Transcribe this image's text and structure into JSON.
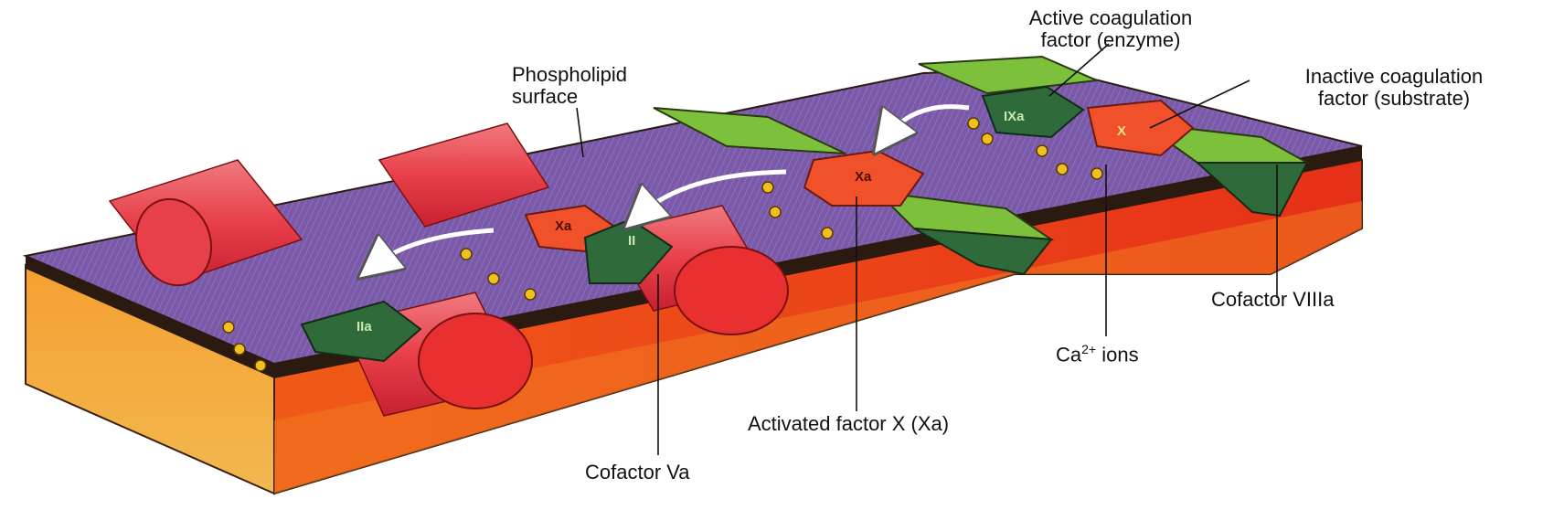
{
  "labels": {
    "active_factor_line1": "Active coagulation",
    "active_factor_line2": "factor (enzyme)",
    "inactive_factor_line1": "Inactive coagulation",
    "inactive_factor_line2": "factor (substrate)",
    "phospholipid_line1": "Phospholipid",
    "phospholipid_line2": "surface",
    "cofactor_viiia": "Cofactor VIIIa",
    "ca_ions_prefix": "Ca",
    "ca_ions_superscript": "2+",
    "ca_ions_suffix": " ions",
    "activated_factor_x": "Activated factor X (Xa)",
    "cofactor_va": "Cofactor Va"
  },
  "molecules": {
    "ixa": "IXa",
    "x": "X",
    "xa_center": "Xa",
    "xa_left": "Xa",
    "ii": "II",
    "iia": "IIa"
  },
  "colors": {
    "membrane_top": "#7a5aa8",
    "membrane_edge": "#2a1a10",
    "base_orange": "#f08a20",
    "base_top_red": "#e83a1c",
    "cofactor_red": "#e8404a",
    "cofactor_green": "#7cc03c",
    "enzyme_dark_green": "#2f6a3a",
    "substrate_orange": "#f0502a",
    "ion_yellow": "#f0c020"
  }
}
